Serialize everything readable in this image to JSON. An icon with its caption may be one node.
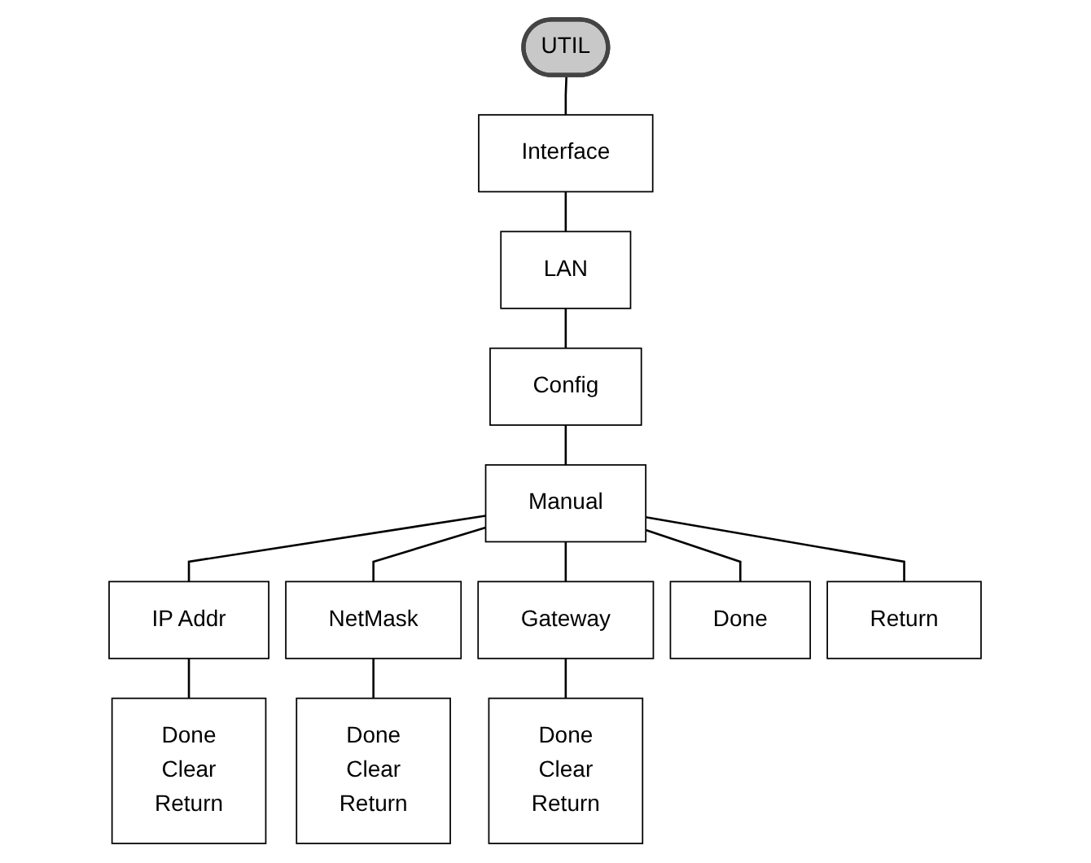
{
  "diagram": {
    "nodes": [
      {
        "text": [
          "UTIL"
        ]
      },
      {
        "text": [
          "Interface"
        ]
      },
      {
        "text": [
          "LAN"
        ]
      },
      {
        "text": [
          "Config"
        ]
      },
      {
        "text": [
          "Manual"
        ]
      },
      {
        "text": [
          "IP Addr"
        ]
      },
      {
        "text": [
          "NetMask"
        ]
      },
      {
        "text": [
          "Gateway"
        ]
      },
      {
        "text": [
          "Done"
        ]
      },
      {
        "text": [
          "Return"
        ]
      },
      {
        "text": [
          "Done",
          "Clear",
          "Return"
        ]
      },
      {
        "text": [
          "Done",
          "Clear",
          "Return"
        ]
      },
      {
        "text": [
          "Done",
          "Clear",
          "Return"
        ]
      }
    ],
    "edges": [
      {
        "from": 0,
        "to": 1,
        "arrow": "none"
      },
      {
        "from": 1,
        "to": 2,
        "arrow": "none"
      },
      {
        "from": 2,
        "to": 3,
        "arrow": "none"
      },
      {
        "from": 3,
        "to": 4,
        "arrow": "none"
      },
      {
        "from": 4,
        "to": 5,
        "arrow": "none"
      },
      {
        "from": 4,
        "to": 6,
        "arrow": "none"
      },
      {
        "from": 4,
        "to": 7,
        "arrow": "none"
      },
      {
        "from": 4,
        "to": 8,
        "arrow": "none"
      },
      {
        "from": 4,
        "to": 9,
        "arrow": "none"
      },
      {
        "from": 5,
        "to": 10,
        "arrow": "none"
      },
      {
        "from": 6,
        "to": 11,
        "arrow": "none"
      },
      {
        "from": 7,
        "to": 12,
        "arrow": "none"
      }
    ]
  }
}
